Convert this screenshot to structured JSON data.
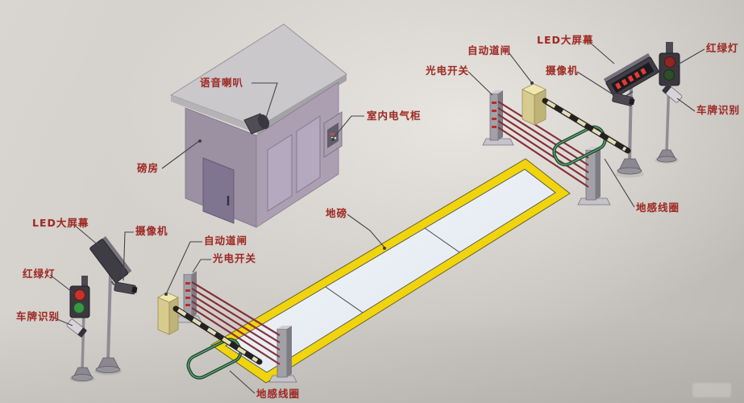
{
  "diagram_title": "",
  "labels": {
    "voice_speaker": "语音喇叭",
    "indoor_cabinet": "室内电气柜",
    "weigh_house": "磅房",
    "photo_switch_top": "光电开关",
    "auto_gate_top": "自动道闸",
    "led_screen_top": "LED大屏幕",
    "camera_top": "摄像机",
    "traffic_light_right": "红绿灯",
    "plate_recognition_right": "车牌识别",
    "weighbridge": "地磅",
    "ground_loop_right": "地感线圈",
    "led_screen_left": "LED大屏幕",
    "camera_left": "摄像机",
    "traffic_light_left": "红绿灯",
    "auto_gate_left": "自动道闸",
    "photo_switch_left": "光电开关",
    "plate_recognition_left": "车牌识别",
    "ground_loop_bottom": "地感线圈"
  },
  "colors": {
    "label_red": "#9e2b25",
    "platform_yellow": "#f0d40e",
    "deck_white": "#edf1f5",
    "beam_red": "#84303a",
    "loop_green": "#1f4e2f",
    "gate_box_yellow": "#d8cb8e",
    "house_wall_purple": "#9c91a2",
    "roof_gray": "#cac8cb",
    "traffic_red": "#c6332a",
    "traffic_green": "#3a9642",
    "led_digit_red": "#e23c30",
    "background_gray": "#cfccc7"
  }
}
